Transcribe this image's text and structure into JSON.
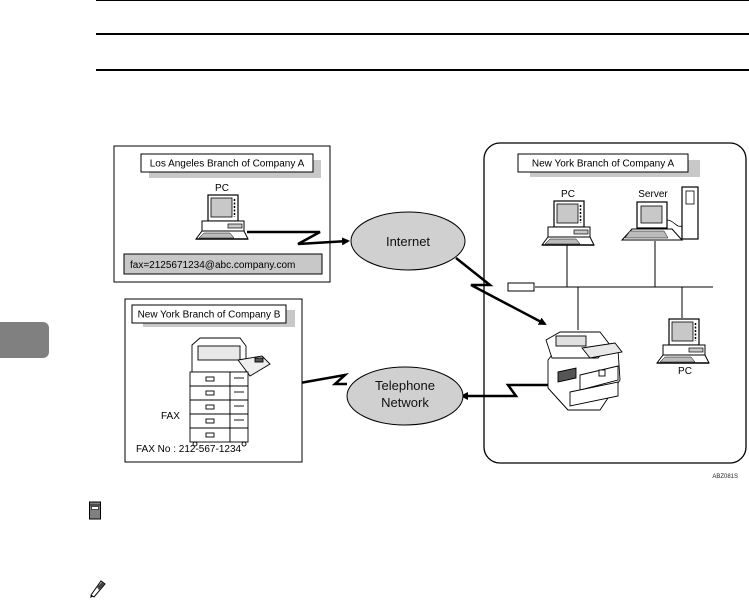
{
  "page": {
    "chapter_tab_color": "#808080"
  },
  "diagram": {
    "la_branch": {
      "title": "Los Angeles Branch of Company A",
      "pc_label": "PC",
      "email_address": "fax=2125671234@abc.company.com"
    },
    "ny_branch_a": {
      "title": "New York Branch of Company A",
      "pc1_label": "PC",
      "server_label": "Server",
      "pc2_label": "PC"
    },
    "ny_branch_b": {
      "title": "New York Branch of Company B",
      "fax_label": "FAX",
      "fax_number": "FAX No : 212-567-1234"
    },
    "clouds": {
      "internet": "Internet",
      "telephone_line1": "Telephone",
      "telephone_line2": "Network"
    },
    "figure_code": "ABZ081S",
    "colors": {
      "ellipse_fill": "#d0d0d0",
      "title_shadow": "#c8c8c8",
      "screen_fill": "#c8c8c8",
      "line": "#000000"
    }
  },
  "icons": {
    "important": "book-note-icon",
    "note": "pencil-icon"
  }
}
